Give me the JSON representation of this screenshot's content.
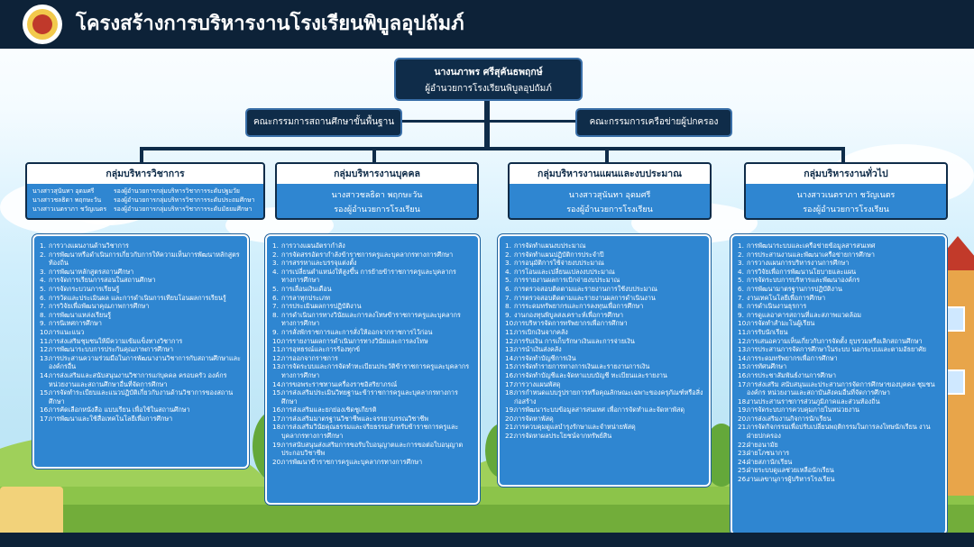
{
  "header": {
    "title": "โครงสร้างการบริหารงานโรงเรียนพิบูลอุปถัมภ์",
    "logo_icon": "school-emblem-icon"
  },
  "director": {
    "name": "นางนภาพร ศรีสุคันธพฤกษ์",
    "role": "ผู้อำนวยการโรงเรียนพิบูลอุปถัมภ์"
  },
  "committees": {
    "left": "คณะกรรมการสถานศึกษาขั้นพื้นฐาน",
    "right": "คณะกรรมการเครือข่ายผู้ปกครอง"
  },
  "groups": [
    {
      "title": "กลุ่มบริหารวิชาการ",
      "staff": [
        {
          "name": "นางสาวสุนันทา อุดมศรี",
          "role": "รองผู้อำนวยการกลุ่มบริหารวิชาการระดับปฐมวัย"
        },
        {
          "name": "นางสาวชลธิดา พฤกษะวัน",
          "role": "รองผู้อำนวยการกลุ่มบริหารวิชาการระดับประถมศึกษา"
        },
        {
          "name": "นางสาวเนตราภา ชวัญเนตร",
          "role": "รองผู้อำนวยการกลุ่มบริหารวิชาการระดับมัธยมศึกษา"
        }
      ],
      "tasks": [
        "การวางแผนงานด้านวิชาการ",
        "การพัฒนาหรือดำเนินการเกี่ยวกับการให้ความเห็นการพัฒนาหลักสูตรท้องถิ่น",
        "การพัฒนาหลักสูตรสถานศึกษา",
        "การจัดการเรียนการสอนในสถานศึกษา",
        "การจัดกระบวนการเรียนรู้",
        "การวัดและประเมินผล และการดำเนินการเทียบโอนผลการเรียนรู้",
        "การวิจัยเพื่อพัฒนาคุณภาพการศึกษา",
        "การพัฒนาแหล่งเรียนรู้",
        "การนิเทศการศึกษา",
        "การแนะแนว",
        "การส่งเสริมชุมชนให้มีความเข้มแข็งทางวิชาการ",
        "การพัฒนาระบบการประกันคุณภาพการศึกษา",
        "การประสานความร่วมมือในการพัฒนางานวิชาการกับสถานศึกษาและองค์กรอื่น",
        "การส่งเสริมและสนับสนุนงานวิชาการแก่บุคคล ครอบครัว องค์กร หน่วยงานและสถานศึกษาอื่นที่จัดการศึกษา",
        "การจัดทำระเบียบและแนวปฏิบัติเกี่ยวกับงานด้านวิชาการของสถานศึกษา",
        "การคัดเลือกหนังสือ แบบเรียน เพื่อใช้ในสถานศึกษา",
        "การพัฒนาและใช้สื่อเทคโนโลยีเพื่อการศึกษา"
      ]
    },
    {
      "title": "กลุ่มบริหารงานบุคคล",
      "staff": [
        {
          "name": "นางสาวชลธิดา พฤกษะวัน",
          "role": "รองผู้อำนวยการโรงเรียน"
        }
      ],
      "tasks": [
        "การวางแผนอัตรากำลัง",
        "การจัดสรรอัตรากำลังข้าราชการครูและบุคลากรทางการศึกษา",
        "การสรรหาและบรรจุแต่งตั้ง",
        "การเปลี่ยนตำแหน่งให้สูงขึ้น การย้ายข้าราชการครูและบุคลากรทางการศึกษา",
        "การเลื่อนเงินเดือน",
        "การลาทุกประเภท",
        "การประเมินผลการปฏิบัติงาน",
        "การดำเนินการทางวินัยและการลงโทษข้าราชการครูและบุคลากรทางการศึกษา",
        "การสั่งพักราชการและการสั่งให้ออกจากราชการไว้ก่อน",
        "การรายงานผลการดำเนินการทางวินัยและการลงโทษ",
        "การอุทธรณ์และการร้องทุกข์",
        "การออกจากราชการ",
        "การจัดระบบและการจัดทำทะเบียนประวัติข้าราชการครูและบุคลากรทางการศึกษา",
        "การขอพระราชทานเครื่องราชอิสริยาภรณ์",
        "การส่งเสริมประเมินวิทยฐานะข้าราชการครูและบุคลากรทางการศึกษา",
        "การส่งเสริมและยกย่องเชิดชูเกียรติ",
        "การส่งเสริมมาตรฐานวิชาชีพและจรรยาบรรณวิชาชีพ",
        "การส่งเสริมวินัยคุณธรรมและจริยธรรมสำหรับข้าราชการครูและบุคลากรทางการศึกษา",
        "การสนับสนุนส่งเสริมการขอรับใบอนุญาตและการขอต่อใบอนุญาตประกอบวิชาชีพ",
        "การพัฒนาข้าราชการครูและบุคลากรทางการศึกษา"
      ]
    },
    {
      "title": "กลุ่มบริหารงานแผนและงบประมาณ",
      "staff": [
        {
          "name": "นางสาวสุนันทา อุดมศรี",
          "role": "รองผู้อำนวยการโรงเรียน"
        }
      ],
      "tasks": [
        "การจัดทำแผนงบประมาณ",
        "การจัดทำแผนปฏิบัติการประจำปี",
        "การอนุมัติการใช้จ่ายงบประมาณ",
        "การโอนและเปลี่ยนแปลงงบประมาณ",
        "การรายงานผลการเบิกจ่ายงบประมาณ",
        "การตรวจสอบติดตามและรายงานการใช้งบประมาณ",
        "การตรวจสอบติดตามและรายงานผลการดำเนินงาน",
        "การระดมทรัพยากรและการลงทุนเพื่อการศึกษา",
        "งานกองทุนพิบูลสงเคราะห์เพื่อการศึกษา",
        "การบริหารจัดการทรัพยากรเพื่อการศึกษา",
        "การเบิกเงินจากคลัง",
        "การรับเงิน การเก็บรักษาเงินและการจ่ายเงิน",
        "การนำเงินส่งคลัง",
        "การจัดทำบัญชีการเงิน",
        "การจัดทำรายการทางการเงินและรายงานการเงิน",
        "การจัดทำบัญชีและจัดหาแบบบัญชี ทะเบียนและรายงาน",
        "การวางแผนพัสดุ",
        "การกำหนดแบบรูปรายการหรือคุณลักษณะเฉพาะของครุภัณฑ์หรือสิ่งก่อสร้าง",
        "การพัฒนาระบบข้อมูลสารสนเทศ เพื่อการจัดทำและจัดหาพัสดุ",
        "การจัดหาพัสดุ",
        "การควบคุมดูแลบำรุงรักษาและจำหน่ายพัสดุ",
        "การจัดหาผลประโยชน์จากทรัพย์สิน"
      ]
    },
    {
      "title": "กลุ่มบริหารงานทั่วไป",
      "staff": [
        {
          "name": "นางสาวเนตราภา ชวัญเนตร",
          "role": "รองผู้อำนวยการโรงเรียน"
        }
      ],
      "tasks": [
        "การพัฒนาระบบและเครือข่ายข้อมูลสารสนเทศ",
        "การประสานงานและพัฒนาเครือข่ายการศึกษา",
        "การวางแผนการบริหารงานการศึกษา",
        "การวิจัยเพื่อการพัฒนานโยบายและแผน",
        "การจัดระบบการบริหารและพัฒนาองค์กร",
        "การพัฒนามาตรฐานการปฏิบัติงาน",
        "งานเทคโนโลยีเพื่อการศึกษา",
        "การดำเนินงานธุรการ",
        "การดูแลอาคารสถานที่และสภาพแวดล้อม",
        "การจัดทำสำมะโนผู้เรียน",
        "การรับนักเรียน",
        "การเสนอความเห็นเกี่ยวกับการจัดตั้ง ยุบรวมหรือเลิกสถานศึกษา",
        "การประสานการจัดการศึกษาในระบบ นอกระบบและตามอัธยาศัย",
        "การระดมทรัพยากรเพื่อการศึกษา",
        "การทัศนศึกษา",
        "การประชาสัมพันธ์งานการศึกษา",
        "การส่งเสริม สนับสนุนและประสานการจัดการศึกษาของบุคคล ชุมชน องค์กร หน่วยงานและสถาบันสังคมอื่นที่จัดการศึกษา",
        "งานประสานราชการส่วนภูมิภาคและส่วนท้องถิ่น",
        "การจัดระบบการควบคุมภายในหน่วยงาน",
        "การส่งเสริมงานกิจการนักเรียน",
        "การจัดกิจกรรมเพื่อปรับเปลี่ยนพฤติกรรมในการลงโทษนักเรียน งานฝ่ายปกครอง",
        "ฝ่ายอนามัย",
        "ฝ่ายโภชนาการ",
        "ฝ่ายสภานักเรียน",
        "ฝ่ายระบบดูแลช่วยเหลือนักเรียน",
        "งานเลขานุการผู้บริหารโรงเรียน"
      ]
    }
  ],
  "colors": {
    "navy": "#0f2c49",
    "header_bg": "#0d2238",
    "card_blue": "#2f86d1",
    "white": "#ffffff"
  }
}
